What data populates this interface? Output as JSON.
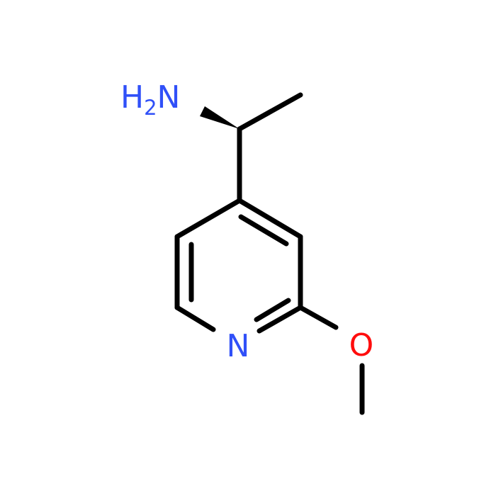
{
  "molecule": {
    "atoms": {
      "amine": {
        "main": "H",
        "subscript": "2",
        "tail": "N",
        "color": "#3050F8"
      },
      "ring_nitrogen": {
        "text": "N",
        "color": "#3050F8"
      },
      "oxygen": {
        "text": "O",
        "color": "#FF0D0D"
      }
    },
    "bond_color": "#000000",
    "background": "#FFFFFF"
  }
}
